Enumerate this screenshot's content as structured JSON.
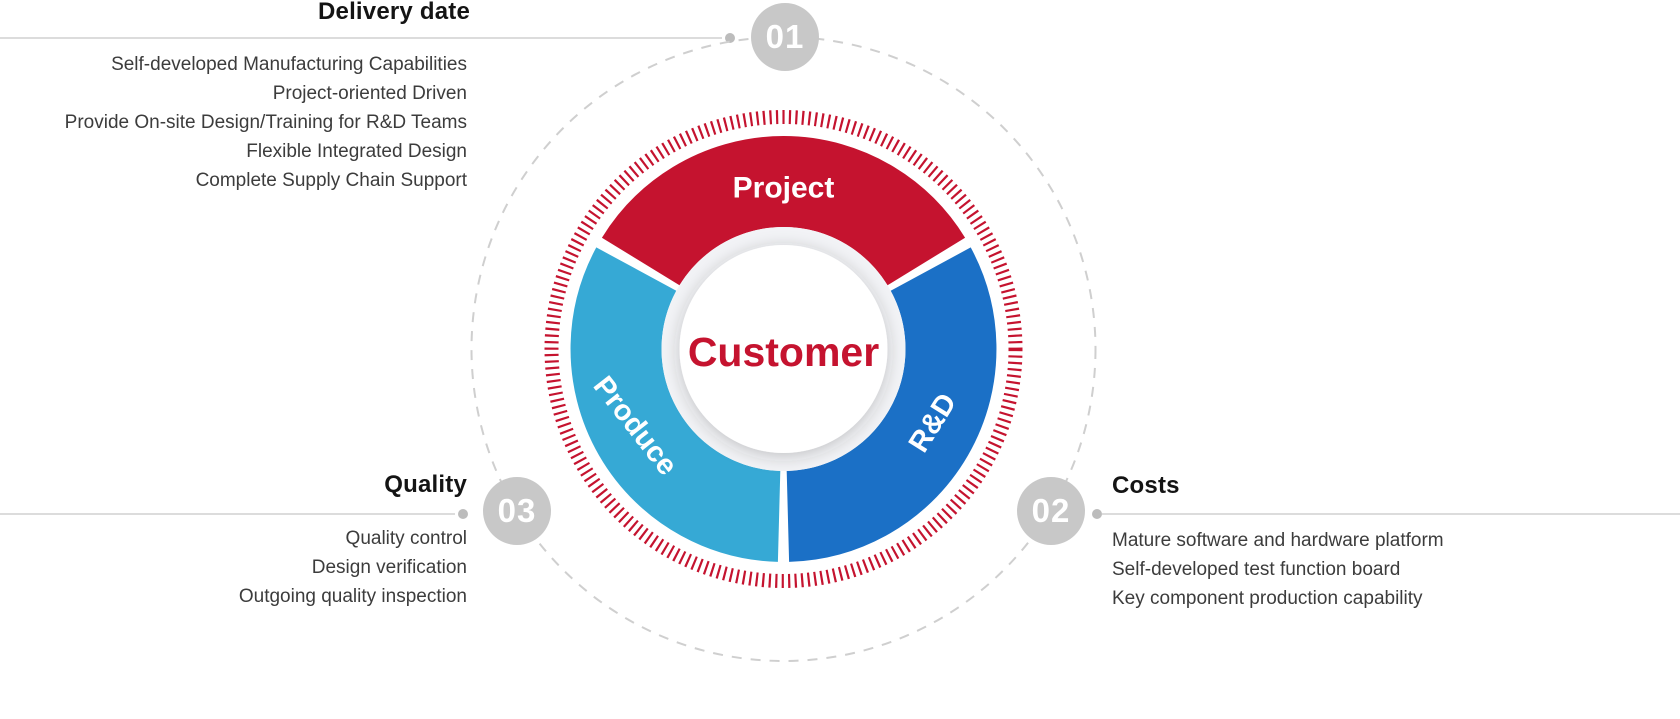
{
  "colors": {
    "accent_red": "#c5132f",
    "rd_blue": "#1b70c6",
    "produce_cyan": "#36a9d5",
    "badge_gray": "#c8c8c8",
    "dashed_circle_gray": "#cfcfcf"
  },
  "center": {
    "label": "Customer"
  },
  "segments": {
    "project": {
      "label": "Project",
      "color": "#c5132f"
    },
    "rd": {
      "label": "R&D",
      "color": "#1b70c6"
    },
    "produce": {
      "label": "Produce",
      "color": "#36a9d5"
    }
  },
  "badges": {
    "delivery": "01",
    "costs": "02",
    "quality": "03"
  },
  "sections": {
    "delivery": {
      "title": "Delivery date",
      "items": [
        "Self-developed Manufacturing Capabilities",
        "Project-oriented Driven",
        "Provide On-site Design/Training for R&D Teams",
        "Flexible Integrated Design",
        "Complete Supply Chain Support"
      ]
    },
    "costs": {
      "title": "Costs",
      "items": [
        "Mature software and hardware platform",
        "Self-developed test function board",
        "Key component production capability"
      ]
    },
    "quality": {
      "title": "Quality",
      "items": [
        "Quality control",
        "Design verification",
        "Outgoing quality inspection"
      ]
    }
  }
}
